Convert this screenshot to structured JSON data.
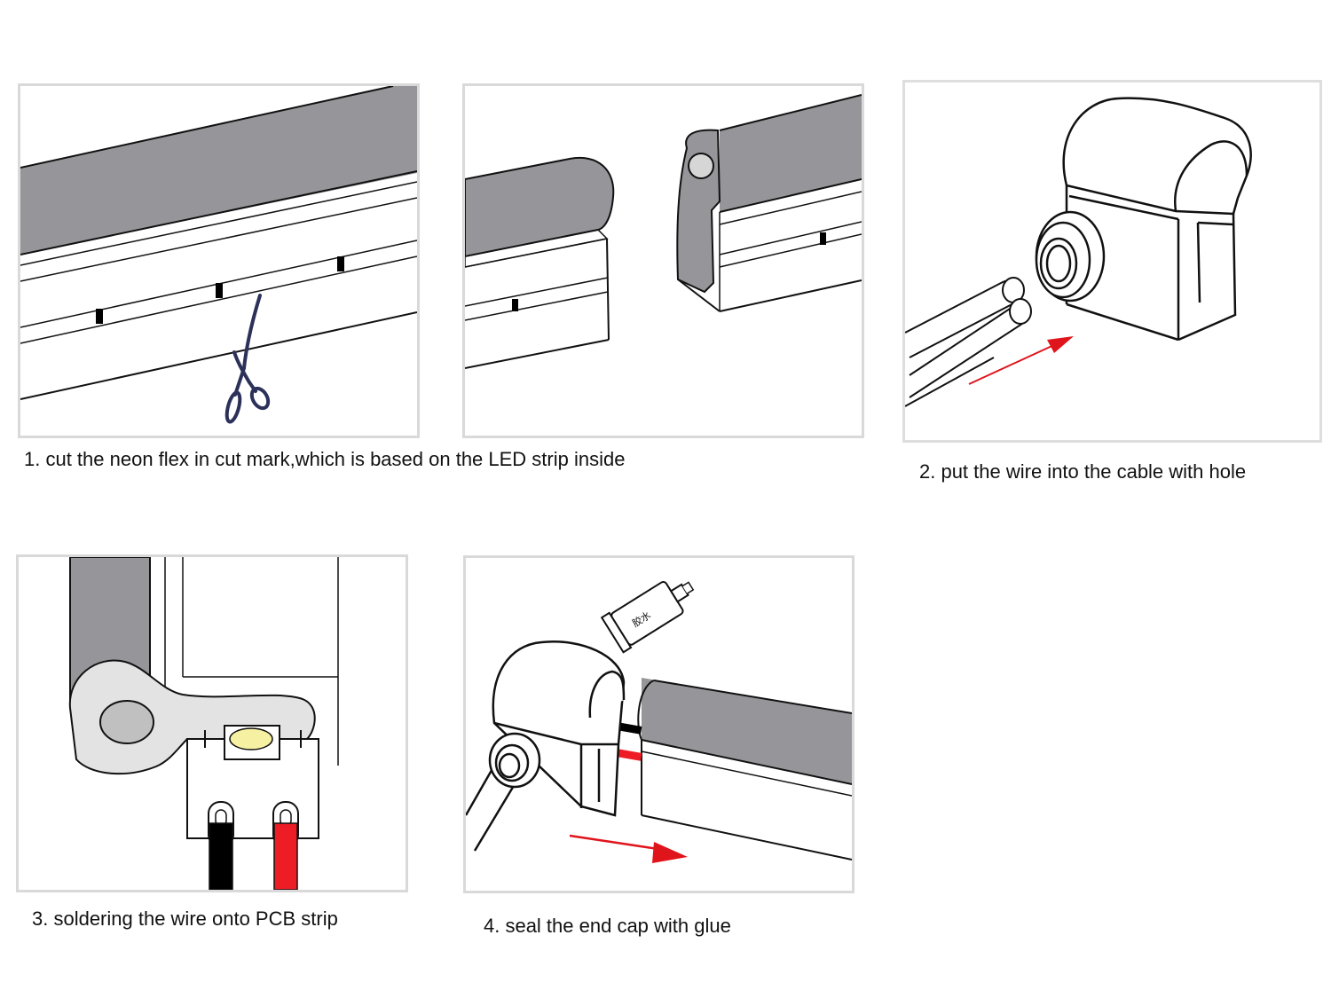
{
  "steps": [
    {
      "caption": "1. cut the neon flex in cut mark,which is based on the LED strip inside"
    },
    {
      "caption": "2. put the wire into the cable with hole"
    },
    {
      "caption": "3. soldering the wire onto PCB strip"
    },
    {
      "caption": "4. seal the end cap with glue"
    }
  ],
  "glue_tube": {
    "label": "胶水"
  },
  "colors": {
    "silicone": "#96969a",
    "silicone_light": "#e3e3e3",
    "outline": "#111111",
    "arrow": "#e0141b",
    "wire_red": "#ee1c25",
    "wire_black": "#000000",
    "scissors": "#2b3158",
    "led_chip": "#f6f0a2",
    "frame": "#d9d9d9"
  },
  "icons": [
    "scissors-icon",
    "arrow-icon",
    "glue-tube-icon"
  ]
}
